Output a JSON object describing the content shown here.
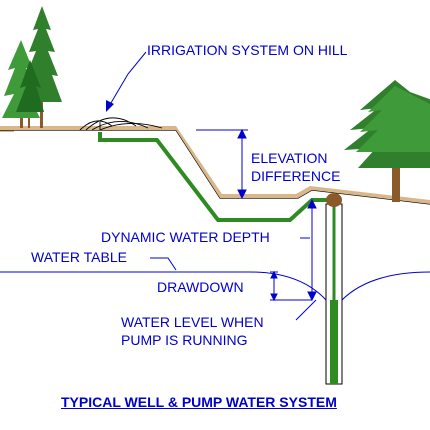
{
  "labels": {
    "irrigation": "IRRIGATION SYSTEM ON HILL",
    "elevation_line1": "ELEVATION",
    "elevation_line2": "DIFFERENCE",
    "dynamic_depth": "DYNAMIC WATER DEPTH",
    "water_table": "WATER TABLE",
    "drawdown": "DRAWDOWN",
    "water_level_line1": "WATER LEVEL WHEN",
    "water_level_line2": "PUMP IS RUNNING",
    "title": "TYPICAL WELL & PUMP WATER SYSTEM"
  },
  "colors": {
    "label_text": "#0000cc",
    "pipe": "#2e8b22",
    "ground_line": "#000000",
    "water_line": "#0000cc",
    "ground_surface": "#d9b78a",
    "tree_dark": "#1f6b1f",
    "tree_light": "#3f9a3a",
    "trunk": "#8a5a2b",
    "pump_head": "#8a5a2b"
  }
}
